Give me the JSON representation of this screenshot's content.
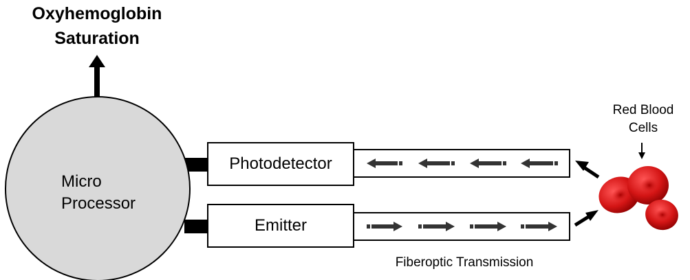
{
  "output_label": [
    "Oxyhemoglobin",
    "Saturation"
  ],
  "processor_label": [
    "Micro",
    "Processor"
  ],
  "photodetector_label": "Photodetector",
  "emitter_label": "Emitter",
  "cells_label": [
    "Red Blood",
    "Cells"
  ],
  "fiber_label": "Fiberoptic Transmission",
  "colors": {
    "processor_fill": "#d9d9d9",
    "cell_red": "#cc1111",
    "arrow_dark": "#333333",
    "stroke": "#000000"
  }
}
